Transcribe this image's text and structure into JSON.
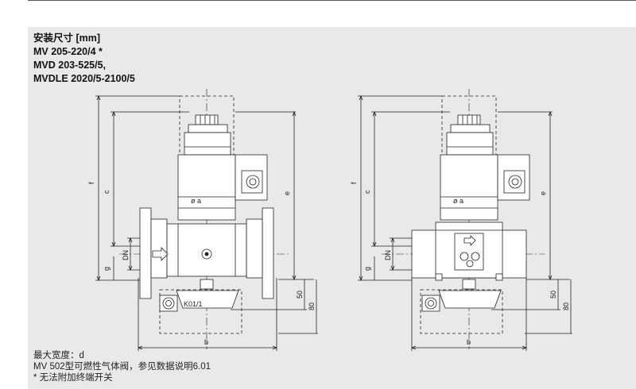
{
  "title": {
    "line1": "安装尺寸 [mm]",
    "line2": "MV 205-220/4 *",
    "line3": "MVD 203-525/5,",
    "line4": "MVDLE 2020/5-2100/5"
  },
  "footer": {
    "line1": "最大宽度：d",
    "line2": "MV 502型可燃性气体阀，参见数据说明6.01",
    "line3": "* 无法附加终端开关"
  },
  "drawing_left": {
    "dim_f": "f",
    "dim_c": "c",
    "dim_e": "e",
    "dim_g": "g",
    "dim_dn": "DN",
    "dim_oa": "ø a",
    "dim_50": "50",
    "dim_80": "80",
    "dim_b": "b",
    "tag": "K01/1"
  },
  "drawing_right": {
    "dim_f": "f",
    "dim_c": "c",
    "dim_e": "e",
    "dim_g": "g",
    "dim_dn": "DN",
    "dim_oa": "ø a",
    "dim_50": "50",
    "dim_80": "80",
    "dim_b": "b"
  },
  "colors": {
    "background": "#e9e9e9",
    "line": "#222222",
    "body_fill": "#ffffff"
  }
}
